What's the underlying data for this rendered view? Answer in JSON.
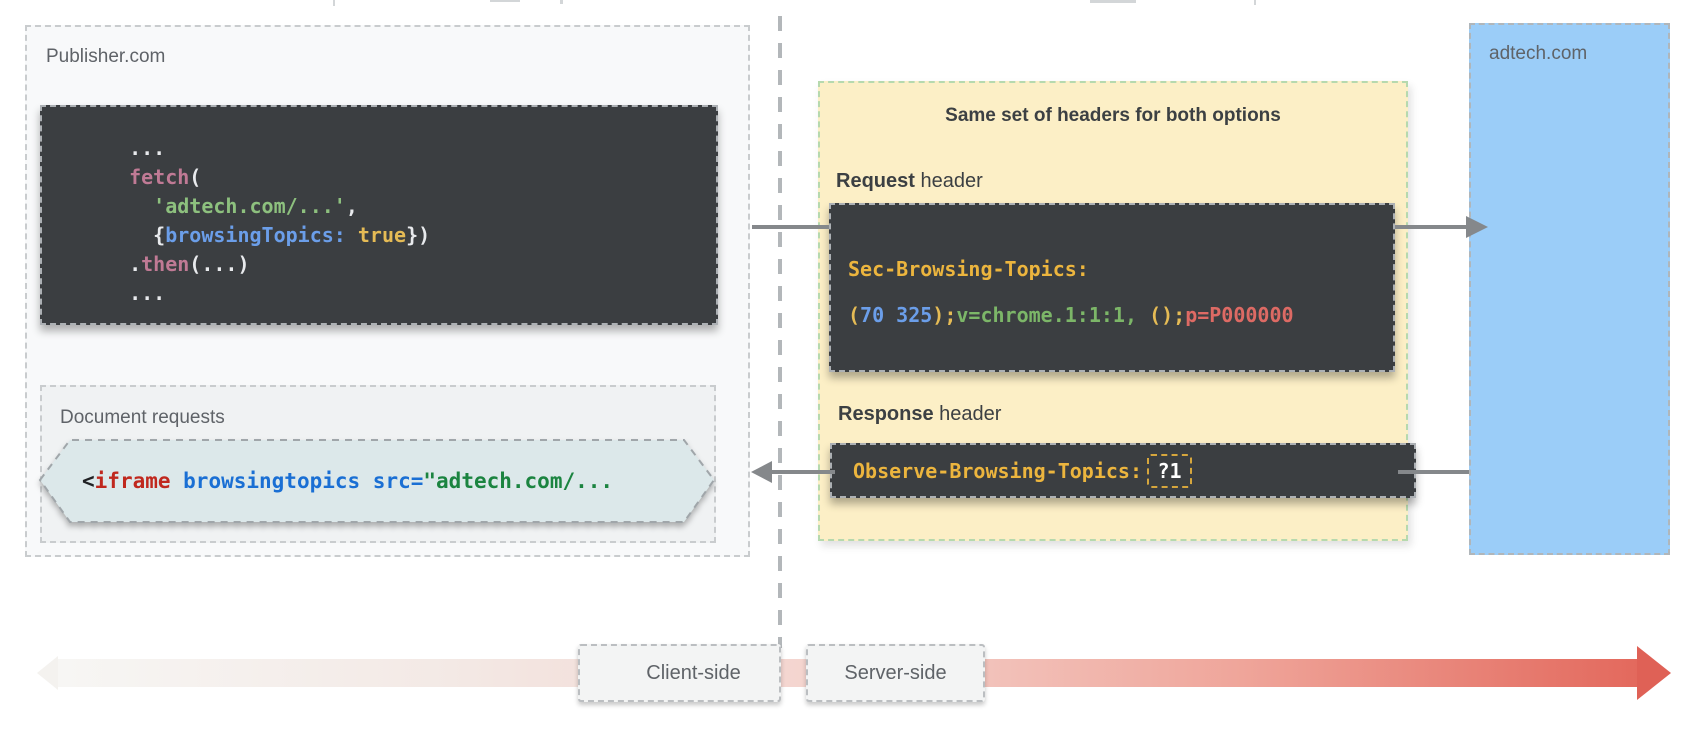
{
  "publisher": {
    "label": "Publisher.com",
    "code_lines": [
      [
        [
          "w",
          "  ..."
        ]
      ],
      [
        [
          "pk",
          "  fetch"
        ],
        [
          "w",
          "("
        ]
      ],
      [
        [
          "gr",
          "    'adtech.com/...'"
        ],
        [
          "w",
          ","
        ]
      ],
      [
        [
          "w",
          "    {"
        ],
        [
          "bl",
          "browsingTopics:"
        ],
        [
          "w",
          " "
        ],
        [
          "yl",
          "true"
        ],
        [
          "w",
          "})"
        ]
      ],
      [
        [
          "w",
          "  ."
        ],
        [
          "pk",
          "then"
        ],
        [
          "w",
          "(...)"
        ]
      ],
      [
        [
          "w",
          "  ..."
        ]
      ]
    ],
    "document_requests": {
      "label": "Document requests",
      "iframe_code": [
        [
          [
            "dk",
            "<"
          ],
          [
            "rd2",
            "iframe"
          ],
          [
            "bl2",
            " browsingtopics src="
          ],
          [
            "gr2",
            "\"adtech.com/..."
          ]
        ]
      ]
    }
  },
  "headers_panel": {
    "title": "Same set of headers for both options",
    "request": {
      "label_bold": "Request",
      "label_rest": " header",
      "header_name_line": [
        [
          [
            "am",
            "Sec-Browsing-Topics:"
          ]
        ]
      ],
      "header_value_line": [
        [
          [
            "yl",
            "("
          ],
          [
            "bl",
            "70 325"
          ],
          [
            "yl",
            ");"
          ],
          [
            "gr3",
            "v=chrome.1:1:1,"
          ],
          [
            "w",
            " "
          ],
          [
            "yl",
            "();"
          ],
          [
            "rd",
            "p=P000000"
          ]
        ]
      ]
    },
    "response": {
      "label_bold": "Response",
      "label_rest": " header",
      "header_name": "Observe-Browsing-Topics:",
      "header_value": "?1"
    }
  },
  "adtech": {
    "label": "adtech.com"
  },
  "timeline": {
    "client_label": "Client-side",
    "server_label": "Server-side"
  },
  "colors": {
    "dark_block_bg": "#3b3e41",
    "panel_yellow_bg": "#fcefc6",
    "panel_green_border": "#b6d9ae",
    "adtech_blue_bg": "#9bcdf8",
    "amber_header_text": "#ecb53e",
    "code_pink": "#c07a95",
    "code_green": "#8dc07e",
    "code_blue": "#6b9ee9",
    "code_yellow": "#e5bb55",
    "code_red": "#dd6a64",
    "iframe_red": "#c0281e",
    "iframe_blue": "#1a6fd4",
    "iframe_green": "#1b8440",
    "arrow_gray": "#85888b",
    "timeline_red": "#e3695d",
    "label_gray": "#5f6368"
  }
}
